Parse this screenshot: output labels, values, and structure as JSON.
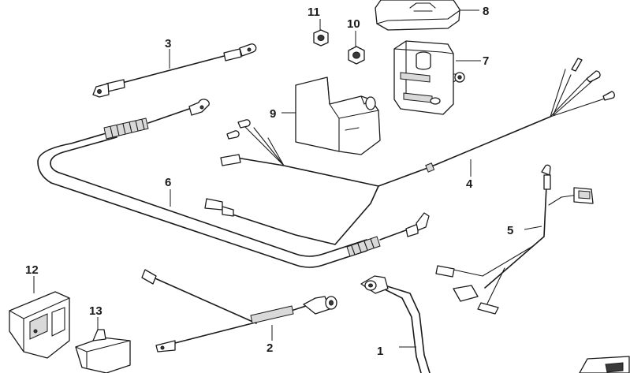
{
  "diagram": {
    "type": "exploded parts diagram",
    "parts": [
      {
        "number": "1"
      },
      {
        "number": "2"
      },
      {
        "number": "3"
      },
      {
        "number": "4"
      },
      {
        "number": "5"
      },
      {
        "number": "6"
      },
      {
        "number": "7"
      },
      {
        "number": "8"
      },
      {
        "number": "9"
      },
      {
        "number": "10"
      },
      {
        "number": "11"
      },
      {
        "number": "12"
      },
      {
        "number": "13"
      }
    ]
  }
}
